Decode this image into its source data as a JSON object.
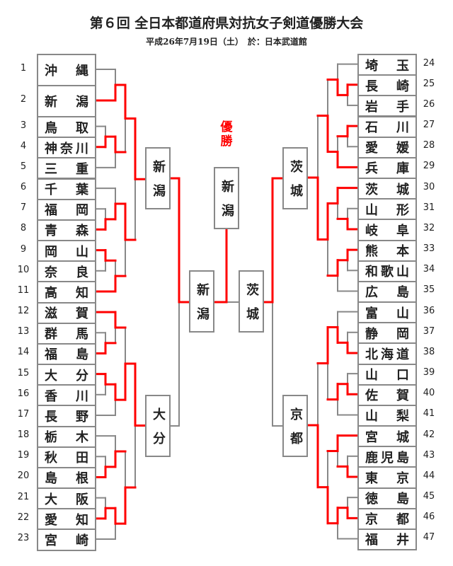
{
  "title": "第６回 全日本都道府県対抗女子剣道優勝大会",
  "subtitle": "平成26年7月19日（土）　於：日本武道館",
  "champion_label": "優勝",
  "colors": {
    "win": "#ff0000",
    "line": "#888888"
  },
  "teams": {
    "1": "沖縄",
    "2": "新潟",
    "3": "鳥取",
    "4": "神奈川",
    "5": "三重",
    "6": "千葉",
    "7": "福岡",
    "8": "青森",
    "9": "岡山",
    "10": "奈良",
    "11": "高知",
    "12": "滋賀",
    "13": "群馬",
    "14": "福島",
    "15": "大分",
    "16": "香川",
    "17": "長野",
    "18": "栃木",
    "19": "秋田",
    "20": "島根",
    "21": "大阪",
    "22": "愛知",
    "23": "宮崎",
    "24": "埼玉",
    "25": "長崎",
    "26": "岩手",
    "27": "石川",
    "28": "愛媛",
    "29": "兵庫",
    "30": "茨城",
    "31": "山形",
    "32": "岐阜",
    "33": "熊本",
    "34": "和歌山",
    "35": "広島",
    "36": "富山",
    "37": "静岡",
    "38": "北海道",
    "39": "山口",
    "40": "佐賀",
    "41": "山梨",
    "42": "宮城",
    "43": "鹿児島",
    "44": "東京",
    "45": "徳島",
    "46": "京都",
    "47": "福井"
  },
  "bracket": {
    "q1": {
      "a": {
        "a": {
          "a": 1,
          "b": 2,
          "w": "b"
        },
        "b": {
          "a": {
            "a": 3,
            "b": 4,
            "w": "b"
          },
          "b": 5,
          "w": "a"
        },
        "w": "a"
      },
      "b": {
        "a": {
          "a": 6,
          "b": {
            "a": 7,
            "b": 8,
            "w": "b"
          },
          "w": "b"
        },
        "b": {
          "a": {
            "a": 9,
            "b": 10,
            "w": "a"
          },
          "b": 11,
          "w": "b"
        },
        "w": "a"
      },
      "w": "a"
    },
    "q2": {
      "a": {
        "a": {
          "a": 12,
          "b": {
            "a": 13,
            "b": 14,
            "w": "b"
          },
          "w": "a"
        },
        "b": {
          "a": {
            "a": 15,
            "b": 16,
            "w": "a"
          },
          "b": 17,
          "w": "a"
        },
        "w": "b"
      },
      "b": {
        "a": {
          "a": 18,
          "b": {
            "a": 19,
            "b": 20,
            "w": "b"
          },
          "w": "b"
        },
        "b": {
          "a": {
            "a": 21,
            "b": 22,
            "w": "b"
          },
          "b": 23,
          "w": "a"
        },
        "w": "b"
      },
      "w": "a"
    },
    "q3": {
      "a": {
        "a": {
          "a": 24,
          "b": {
            "a": 25,
            "b": 26,
            "w": "a"
          },
          "w": "b"
        },
        "b": {
          "a": {
            "a": 27,
            "b": 28,
            "w": "a"
          },
          "b": 29,
          "w": "b"
        },
        "w": "b"
      },
      "b": {
        "a": {
          "a": 30,
          "b": {
            "a": 31,
            "b": 32,
            "w": "b"
          },
          "w": "a"
        },
        "b": {
          "a": {
            "a": 33,
            "b": 34,
            "w": "a"
          },
          "b": 35,
          "w": "a"
        },
        "w": "a"
      },
      "w": "b"
    },
    "q4": {
      "a": {
        "a": {
          "a": 36,
          "b": {
            "a": 37,
            "b": 38,
            "w": "b"
          },
          "w": "b"
        },
        "b": {
          "a": {
            "a": 39,
            "b": 40,
            "w": "b"
          },
          "b": 41,
          "w": "a"
        },
        "w": "a"
      },
      "b": {
        "a": {
          "a": 42,
          "b": {
            "a": 43,
            "b": 44,
            "w": "b"
          },
          "w": "a"
        },
        "b": {
          "a": {
            "a": 45,
            "b": 46,
            "w": "b"
          },
          "b": 47,
          "w": "a"
        },
        "w": "b"
      },
      "w": "b"
    },
    "semi_left_winner": "a",
    "semi_right_winner": "a",
    "final_winner": "a"
  },
  "results": {
    "q1_winner": "新潟",
    "q2_winner": "大分",
    "q3_winner": "茨城",
    "q4_winner": "京都",
    "semi_left": "新潟",
    "semi_right": "茨城",
    "champion": "新潟"
  }
}
